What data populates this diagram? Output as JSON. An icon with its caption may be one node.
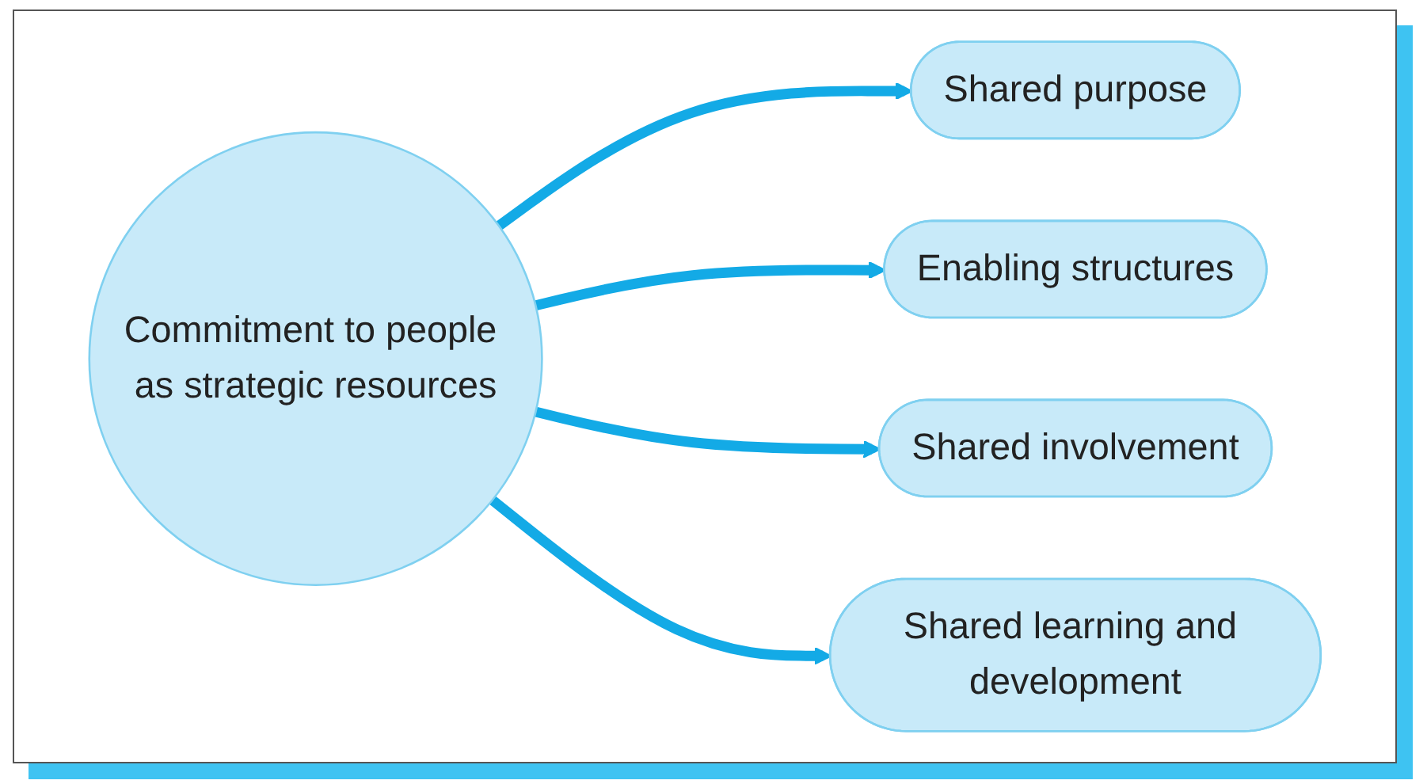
{
  "diagram": {
    "nodes": [
      {
        "text": [
          "Shared purpose"
        ]
      },
      {
        "text": [
          "Enabling structures"
        ]
      },
      {
        "text": [
          "Commitment to people as strategic resources"
        ]
      },
      {
        "text": [
          "Shared involvement"
        ]
      },
      {
        "text": [
          "Shared learning and development"
        ]
      }
    ],
    "edges": [
      {
        "from": 2,
        "to": 0,
        "arrow": "to"
      },
      {
        "from": 2,
        "to": 1,
        "arrow": "to"
      },
      {
        "from": 2,
        "to": 3,
        "arrow": "to"
      },
      {
        "from": 2,
        "to": 4,
        "arrow": "to"
      }
    ]
  }
}
